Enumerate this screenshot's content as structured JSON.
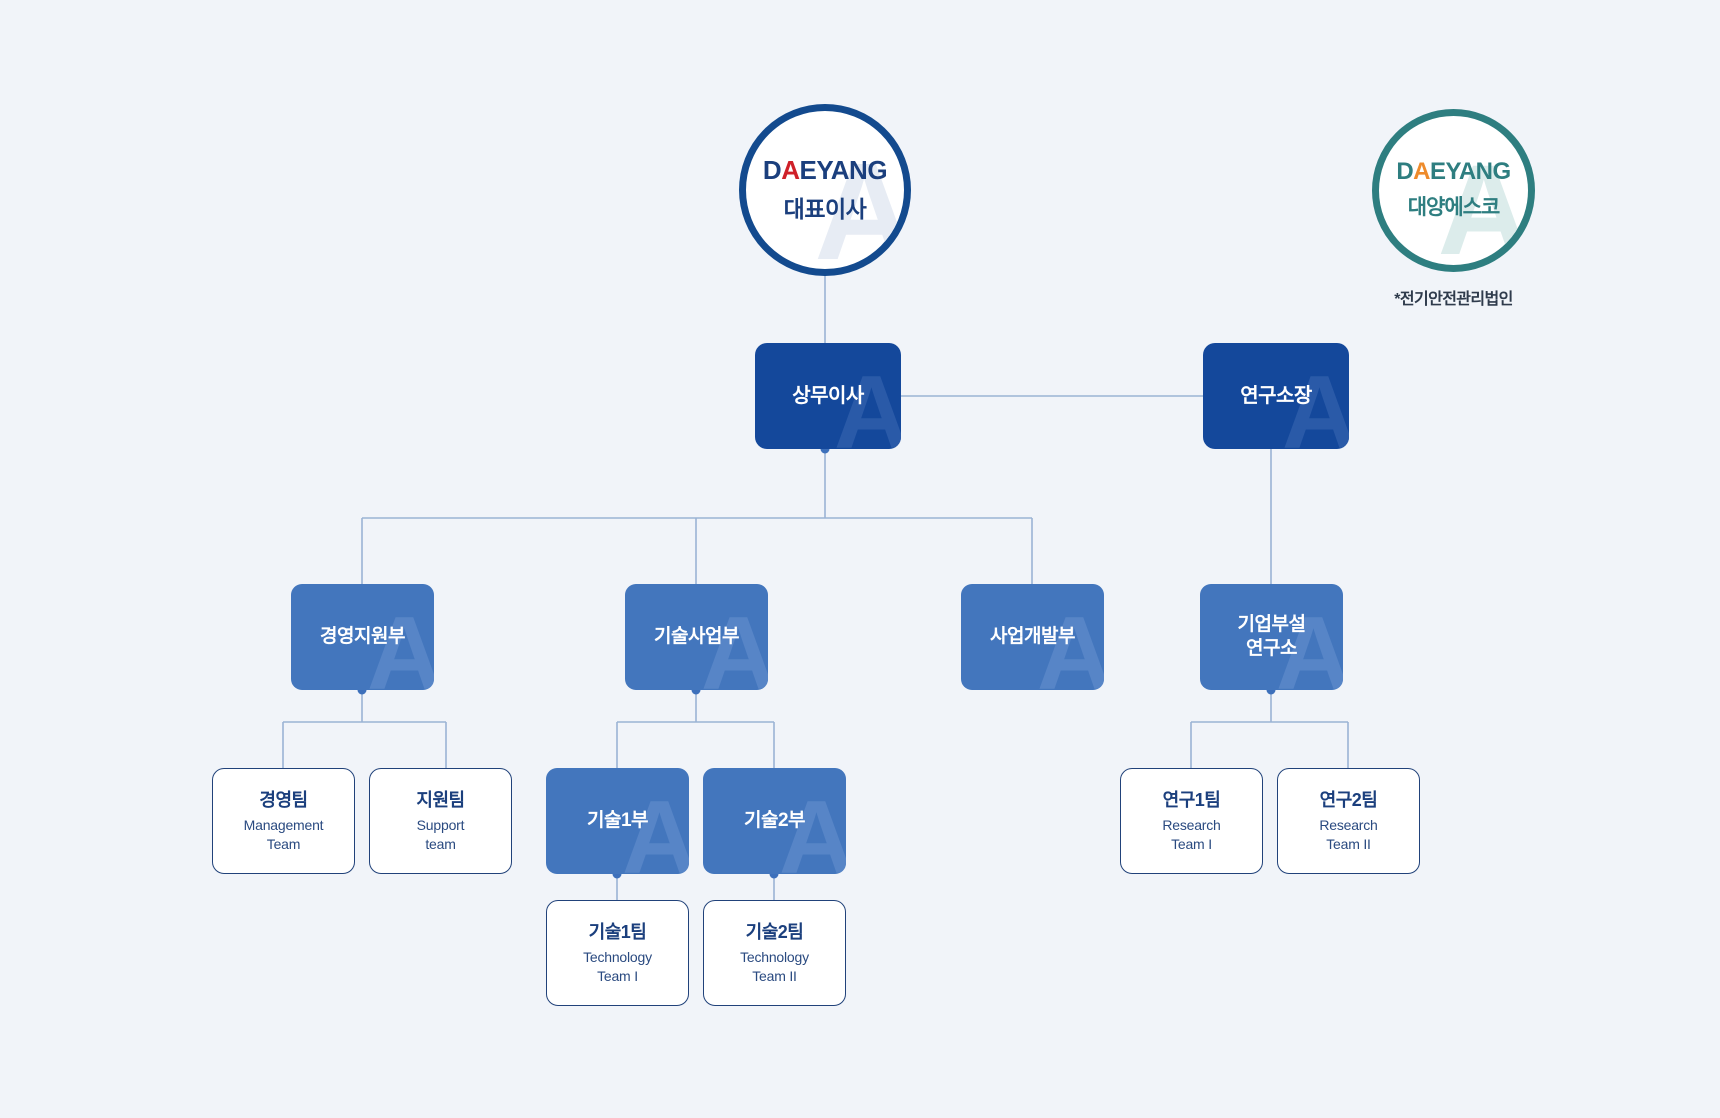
{
  "page": {
    "background_color": "#f1f4f9",
    "title": "Daeyang organization chart"
  },
  "palette": {
    "navy": "#14489b",
    "navy_text": "#1b3f7d",
    "dept_blue": "#4376bd",
    "teal": "#2e7e80",
    "orange": "#ee8b2b",
    "red": "#cf2029",
    "connector": "#9bb3d4",
    "white": "#ffffff"
  },
  "ceo": {
    "logo_pre": "D",
    "logo_accent": "A",
    "logo_post": "EYANG",
    "logo_full": "DAEYANG",
    "title": "대표이사",
    "watermark": "A"
  },
  "esco": {
    "logo_pre": "D",
    "logo_accent": "A",
    "logo_post": "EYANG",
    "logo_full": "DAEYANG",
    "title": "대양에스코",
    "caption": "*전기안전관리법인",
    "watermark": "A"
  },
  "executives": [
    {
      "id": "managing-director",
      "title": "상무이사",
      "watermark": "A"
    },
    {
      "id": "research-director",
      "title": "연구소장",
      "watermark": "A"
    }
  ],
  "departments": [
    {
      "id": "management-support",
      "title": "경영지원부",
      "watermark": "A"
    },
    {
      "id": "technology-business",
      "title": "기술사업부",
      "watermark": "A"
    },
    {
      "id": "business-development",
      "title": "사업개발부",
      "watermark": "A"
    },
    {
      "id": "corporate-research-institute",
      "title_line1": "기업부설",
      "title_line2": "연구소",
      "watermark": "A"
    }
  ],
  "divisions": [
    {
      "id": "technology-division-1",
      "title": "기술1부",
      "watermark": "A"
    },
    {
      "id": "technology-division-2",
      "title": "기술2부",
      "watermark": "A"
    }
  ],
  "teams": [
    {
      "id": "management-team",
      "title": "경영팀",
      "sub_line1": "Management",
      "sub_line2": "Team"
    },
    {
      "id": "support-team",
      "title": "지원팀",
      "sub_line1": "Support",
      "sub_line2": "team"
    },
    {
      "id": "research-team-1",
      "title": "연구1팀",
      "sub_line1": "Research",
      "sub_line2": "Team I"
    },
    {
      "id": "research-team-2",
      "title": "연구2팀",
      "sub_line1": "Research",
      "sub_line2": "Team II"
    },
    {
      "id": "technology-team-1",
      "title": "기술1팀",
      "sub_line1": "Technology",
      "sub_line2": "Team I"
    },
    {
      "id": "technology-team-2",
      "title": "기술2팀",
      "sub_line1": "Technology",
      "sub_line2": "Team II"
    }
  ]
}
